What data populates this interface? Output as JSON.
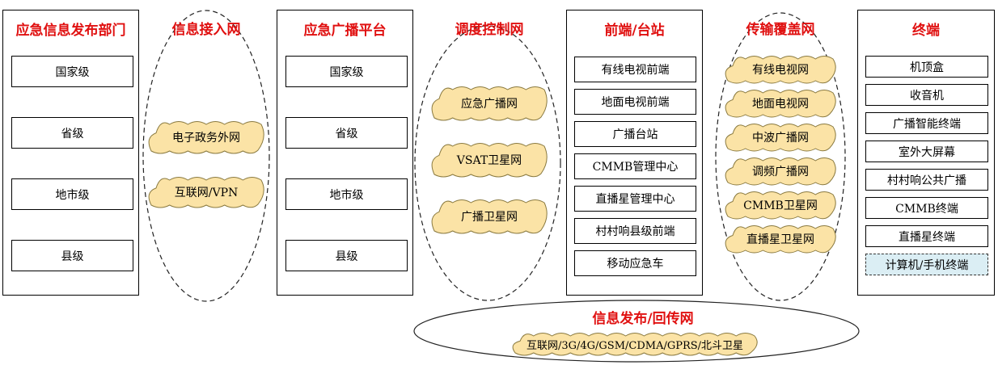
{
  "columns": {
    "dept": {
      "title": "应急信息发布部门",
      "items": [
        "国家级",
        "省级",
        "地市级",
        "县级"
      ]
    },
    "access": {
      "title": "信息接入网",
      "items": [
        "电子政务外网",
        "互联网/VPN"
      ]
    },
    "platform": {
      "title": "应急广播平台",
      "items": [
        "国家级",
        "省级",
        "地市级",
        "县级"
      ]
    },
    "control": {
      "title": "调度控制网",
      "items": [
        "应急广播网",
        "VSAT卫星网",
        "广播卫星网"
      ]
    },
    "frontend": {
      "title": "前端/台站",
      "items": [
        "有线电视前端",
        "地面电视前端",
        "广播台站",
        "CMMB管理中心",
        "直播星管理中心",
        "村村响县级前端",
        "移动应急车"
      ]
    },
    "transport": {
      "title": "传输覆盖网",
      "items": [
        "有线电视网",
        "地面电视网",
        "中波广播网",
        "调频广播网",
        "CMMB卫星网",
        "直播星卫星网"
      ]
    },
    "terminal": {
      "title": "终端",
      "items": [
        "机顶盒",
        "收音机",
        "广播智能终端",
        "室外大屏幕",
        "村村响公共广播",
        "CMMB终端",
        "直播星终端",
        "计算机/手机终端"
      ]
    }
  },
  "feedback": {
    "title": "信息发布/回传网",
    "network": "互联网/3G/4G/GSM/CDMA/GPRS/北斗卫星"
  },
  "colors": {
    "title_red": "#e01010",
    "cloud_fill": "#fbe3a6",
    "cloud_stroke": "#8a7a40",
    "highlight_fill": "#dbeef4"
  }
}
